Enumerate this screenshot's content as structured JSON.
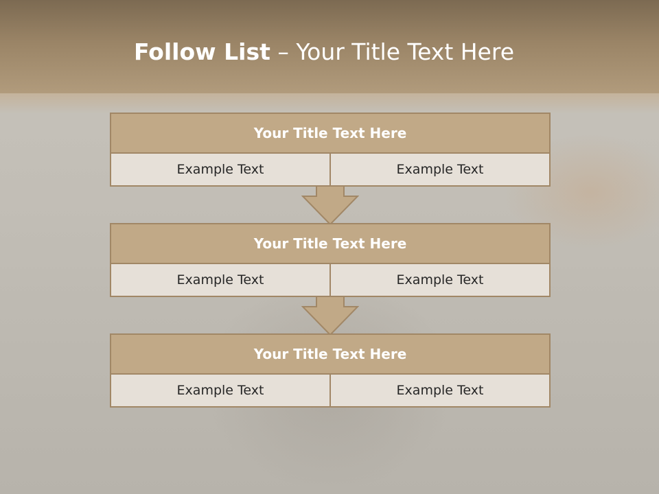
{
  "slide": {
    "title_bold": "Follow List",
    "title_rest": "– Your Title Text Here"
  },
  "steps": [
    {
      "title": "Your Title Text Here",
      "left": "Example Text",
      "right": "Example Text"
    },
    {
      "title": "Your Title Text Here",
      "left": "Example Text",
      "right": "Example Text"
    },
    {
      "title": "Your Title Text Here",
      "left": "Example Text",
      "right": "Example Text"
    }
  ],
  "colors": {
    "header": "#9a8466",
    "box_title_fill": "#c1a987",
    "box_border": "#a18766",
    "cell_fill": "#e6e0d8",
    "arrow_fill": "#c1a987"
  },
  "icons": {
    "connector": "down-arrow-icon"
  }
}
